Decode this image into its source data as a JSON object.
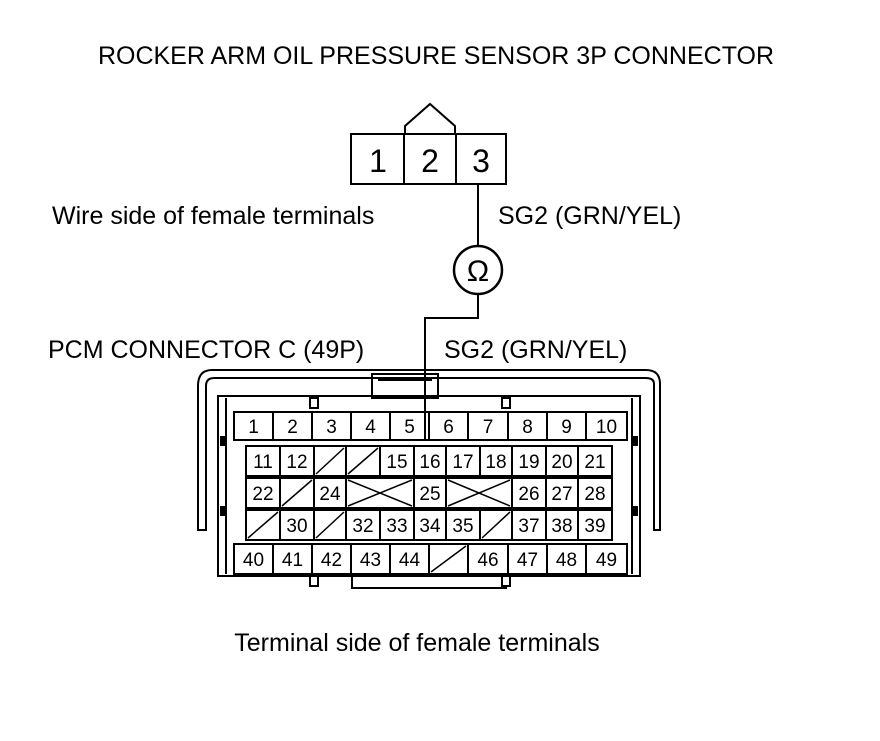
{
  "title": "ROCKER ARM OIL PRESSURE SENSOR 3P CONNECTOR",
  "sensor_connector": {
    "terminals": [
      "1",
      "2",
      "3"
    ],
    "view_label": "Wire side of female terminals",
    "wire_label": "SG2 (GRN/YEL)"
  },
  "meter": {
    "symbol": "Ω"
  },
  "pcm_connector": {
    "label": "PCM CONNECTOR C (49P)",
    "wire_label": "SG2 (GRN/YEL)",
    "view_label": "Terminal side of female terminals",
    "rows": [
      [
        "1",
        "2",
        "3",
        "4",
        "5",
        "6",
        "7",
        "8",
        "9",
        "10"
      ],
      [
        "11",
        "12",
        "",
        "",
        "15",
        "16",
        "17",
        "18",
        "19",
        "20",
        "21"
      ],
      [
        "22",
        "",
        "24",
        "",
        "",
        "25",
        "",
        "",
        "26",
        "27",
        "28"
      ],
      [
        "",
        "30",
        "",
        "32",
        "33",
        "34",
        "35",
        "",
        "37",
        "38",
        "39"
      ],
      [
        "40",
        "41",
        "42",
        "43",
        "44",
        "",
        "46",
        "47",
        "48",
        "49"
      ]
    ]
  }
}
